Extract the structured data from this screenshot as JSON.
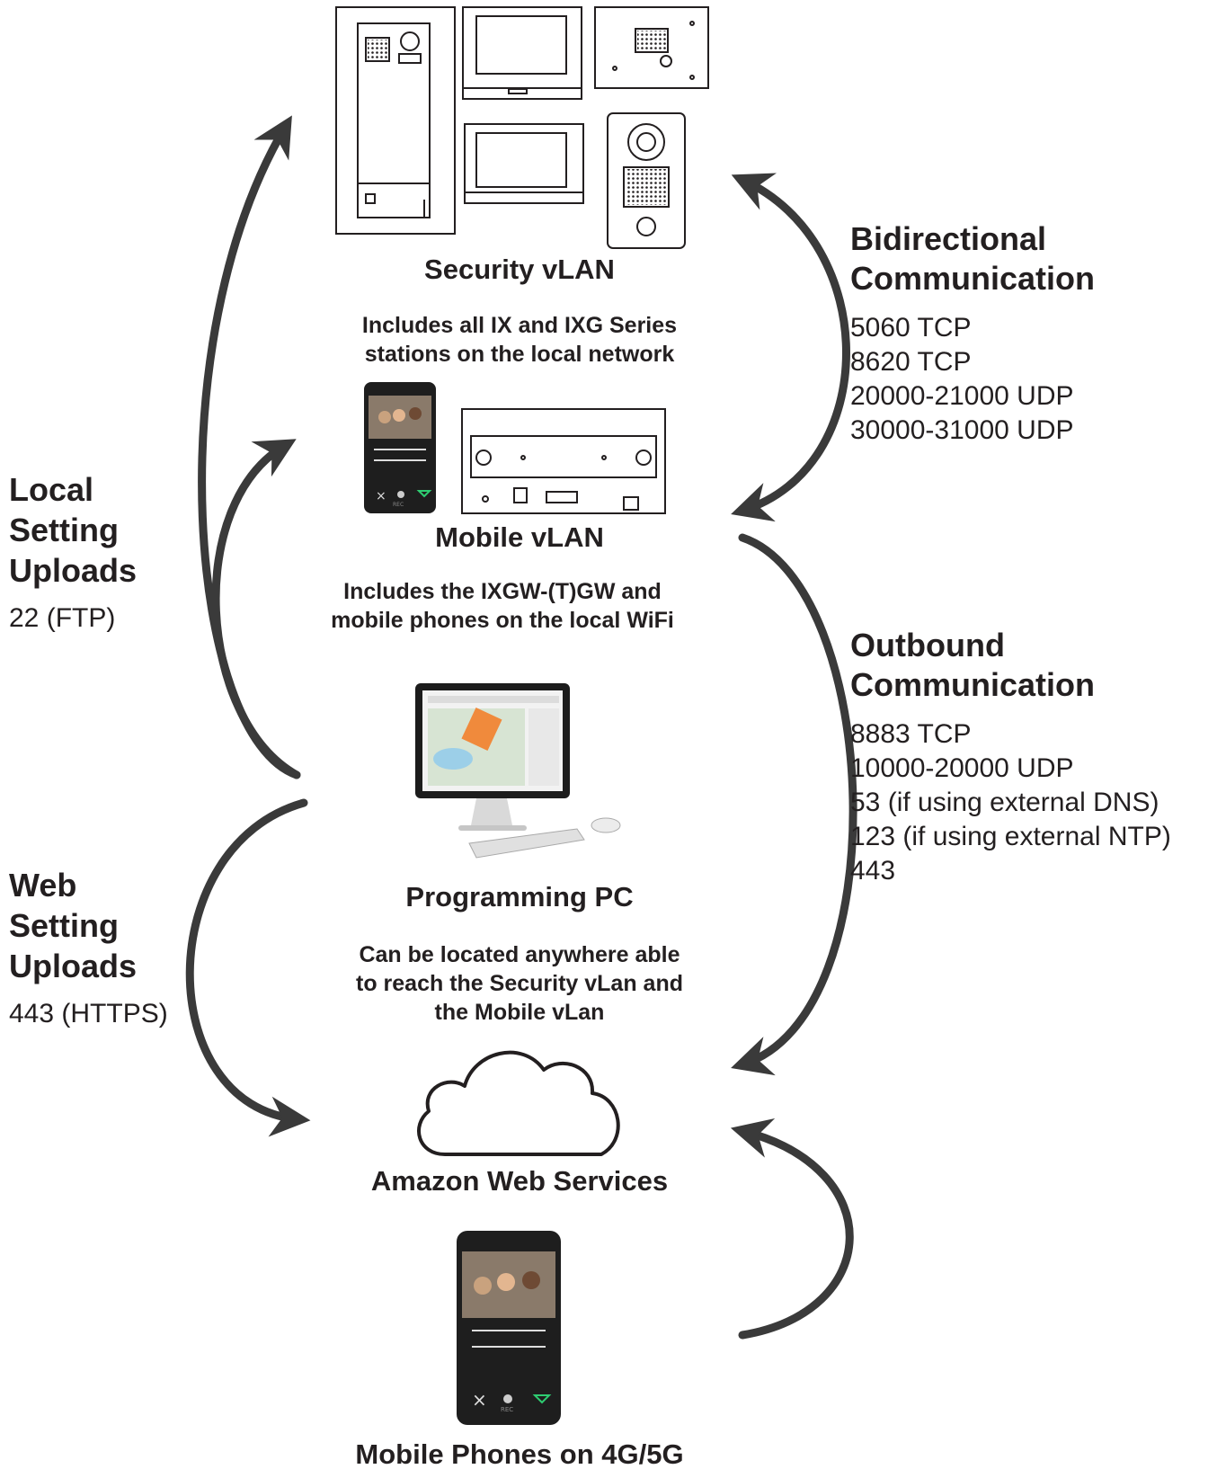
{
  "nodes": {
    "security_vlan": {
      "title": "Security vLAN",
      "desc": [
        "Includes all IX and IXG Series",
        "stations on the local network"
      ]
    },
    "mobile_vlan": {
      "title": "Mobile vLAN",
      "desc": [
        "Includes the IXGW-(T)GW and",
        "mobile phones on the local WiFi"
      ]
    },
    "programming_pc": {
      "title": "Programming PC",
      "desc": [
        "Can be located anywhere able",
        "to reach the Security vLan and",
        "the Mobile vLan"
      ]
    },
    "aws": {
      "title": "Amazon Web Services"
    },
    "mobile_phones": {
      "title": "Mobile Phones on 4G/5G"
    }
  },
  "links": {
    "bidirectional": {
      "title": [
        "Bidirectional",
        "Communication"
      ],
      "ports": [
        "5060 TCP",
        "8620 TCP",
        "20000-21000 UDP",
        "30000-31000 UDP"
      ]
    },
    "outbound": {
      "title": [
        "Outbound",
        "Communication"
      ],
      "ports": [
        "8883 TCP",
        "10000-20000 UDP",
        "53 (if using external DNS)",
        "123 (if using external NTP)",
        "443"
      ]
    },
    "local_setting": {
      "title": [
        "Local",
        "Setting",
        "Uploads"
      ],
      "port": "22 (FTP)"
    },
    "web_setting": {
      "title": [
        "Web",
        "Setting",
        "Uploads"
      ],
      "port": "443 (HTTPS)"
    }
  },
  "phone_ui": {
    "rec_label": "REC"
  },
  "colors": {
    "arrow": "#3a3a3a",
    "text": "#231f20",
    "device_line": "#231f20"
  }
}
